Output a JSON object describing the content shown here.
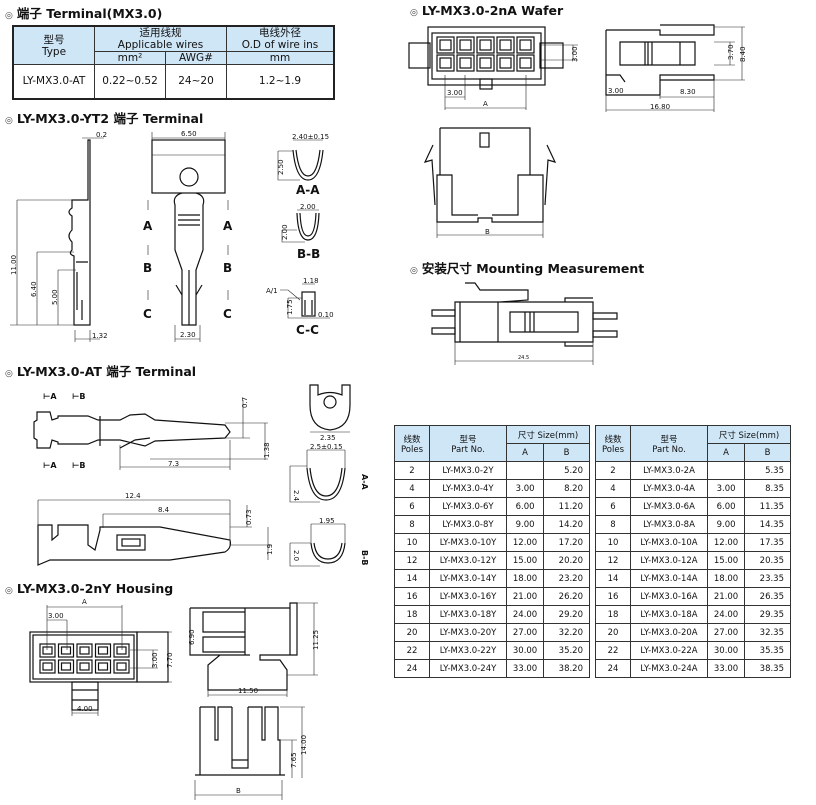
{
  "titles": {
    "terminal": "端子 Terminal(MX3.0)",
    "yt2": "LY-MX3.0-YT2 端子 Terminal",
    "at": "LY-MX3.0-AT 端子 Terminal",
    "housing": "LY-MX3.0-2nY Housing",
    "wafer": "LY-MX3.0-2nA Wafer",
    "mounting": "安装尺寸 Mounting Measurement"
  },
  "terminal_table": {
    "type_cn": "型号",
    "type_en": "Type",
    "wires_cn": "适用线规",
    "wires_en": "Applicable wires",
    "od_cn": "电线外径",
    "od_en": "O.D of wire ins",
    "mm2": "mm²",
    "awg": "AWG#",
    "mm": "mm",
    "row": {
      "type": "LY-MX3.0-AT",
      "mm2": "0.22~0.52",
      "awg": "24~20",
      "od": "1.2~1.9"
    }
  },
  "size_header": {
    "poles_cn": "线数",
    "poles_en": "Poles",
    "part_cn": "型号",
    "part_en": "Part No.",
    "size": "尺寸 Size(mm)",
    "a": "A",
    "b": "B"
  },
  "housing_table": [
    [
      "2",
      "LY-MX3.0-2Y",
      "",
      "5.20"
    ],
    [
      "4",
      "LY-MX3.0-4Y",
      "3.00",
      "8.20"
    ],
    [
      "6",
      "LY-MX3.0-6Y",
      "6.00",
      "11.20"
    ],
    [
      "8",
      "LY-MX3.0-8Y",
      "9.00",
      "14.20"
    ],
    [
      "10",
      "LY-MX3.0-10Y",
      "12.00",
      "17.20"
    ],
    [
      "12",
      "LY-MX3.0-12Y",
      "15.00",
      "20.20"
    ],
    [
      "14",
      "LY-MX3.0-14Y",
      "18.00",
      "23.20"
    ],
    [
      "16",
      "LY-MX3.0-16Y",
      "21.00",
      "26.20"
    ],
    [
      "18",
      "LY-MX3.0-18Y",
      "24.00",
      "29.20"
    ],
    [
      "20",
      "LY-MX3.0-20Y",
      "27.00",
      "32.20"
    ],
    [
      "22",
      "LY-MX3.0-22Y",
      "30.00",
      "35.20"
    ],
    [
      "24",
      "LY-MX3.0-24Y",
      "33.00",
      "38.20"
    ]
  ],
  "wafer_table": [
    [
      "2",
      "LY-MX3.0-2A",
      "",
      "5.35"
    ],
    [
      "4",
      "LY-MX3.0-4A",
      "3.00",
      "8.35"
    ],
    [
      "6",
      "LY-MX3.0-6A",
      "6.00",
      "11.35"
    ],
    [
      "8",
      "LY-MX3.0-8A",
      "9.00",
      "14.35"
    ],
    [
      "10",
      "LY-MX3.0-10A",
      "12.00",
      "17.35"
    ],
    [
      "12",
      "LY-MX3.0-12A",
      "15.00",
      "20.35"
    ],
    [
      "14",
      "LY-MX3.0-14A",
      "18.00",
      "23.35"
    ],
    [
      "16",
      "LY-MX3.0-16A",
      "21.00",
      "26.35"
    ],
    [
      "18",
      "LY-MX3.0-18A",
      "24.00",
      "29.35"
    ],
    [
      "20",
      "LY-MX3.0-20A",
      "27.00",
      "32.35"
    ],
    [
      "22",
      "LY-MX3.0-22A",
      "30.00",
      "35.35"
    ],
    [
      "24",
      "LY-MX3.0-24A",
      "33.00",
      "38.35"
    ]
  ],
  "dims": {
    "yt2": {
      "d02": "0.2",
      "d1100": "11.00",
      "d640": "6.40",
      "d500": "5.00",
      "d132": "1.32",
      "d650": "6.50",
      "d230": "2.30",
      "aa_w": "2.40±0.15",
      "aa_h": "2.50",
      "aa": "A-A",
      "bb_w": "2.00",
      "bb_h": "2.00",
      "bb": "B-B",
      "cc_w": "1.18",
      "cc_h": "1.75",
      "cc_t": "0.10",
      "cc_r": "A/1",
      "cc": "C-C",
      "mA": "A",
      "mB": "B",
      "mC": "C"
    },
    "at": {
      "d07": "0.7",
      "d138": "1.38",
      "d73": "7.3",
      "d124": "12.4",
      "d84": "8.4",
      "d073": "0.73",
      "d19": "1.9",
      "d235": "2.35",
      "aa_w": "2.5±0.15",
      "aa_h": "2.4",
      "aa": "A-A",
      "bb_w": "1.95",
      "bb_h": "2.0",
      "bb": "B-B",
      "mA": "⊢A",
      "mB": "⊢B"
    },
    "housing": {
      "a": "A",
      "p300": "3.00",
      "v300": "3.00",
      "d770": "7.70",
      "d400": "4.00",
      "d690": "6.90",
      "d1125": "11.25",
      "d1150": "11.50",
      "d1400": "14.00",
      "d765": "7.65",
      "b": "B"
    },
    "wafer": {
      "v300": "3.00",
      "p300": "3.00",
      "a": "A",
      "d370": "3.70",
      "d840": "8.40",
      "s300": "3.00",
      "d830": "8.30",
      "d1680": "16.80",
      "b": "B"
    },
    "mounting": {
      "d245": "24.5"
    }
  }
}
